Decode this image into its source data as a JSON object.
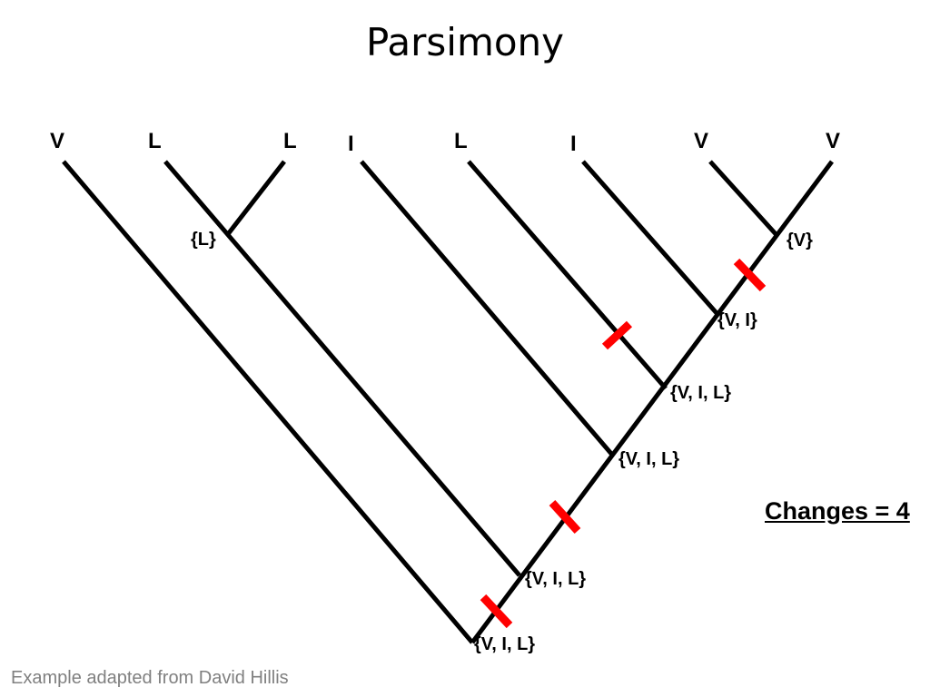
{
  "title": "Parsimony",
  "leaves": [
    "V",
    "L",
    "L",
    "I",
    "L",
    "I",
    "V",
    "V"
  ],
  "node_sets": [
    {
      "text": "{L}"
    },
    {
      "text": "{V}"
    },
    {
      "text": "{V, I}"
    },
    {
      "text": "{V, I, L}"
    },
    {
      "text": "{V, I, L}"
    },
    {
      "text": "{V, I, L}"
    },
    {
      "text": "{V, I, L}"
    }
  ],
  "changes_label": "Changes = 4",
  "credit": "Example adapted from David Hillis",
  "colors": {
    "branch": "#000000",
    "change_mark": "#ff0000",
    "credit_text": "#808080"
  }
}
